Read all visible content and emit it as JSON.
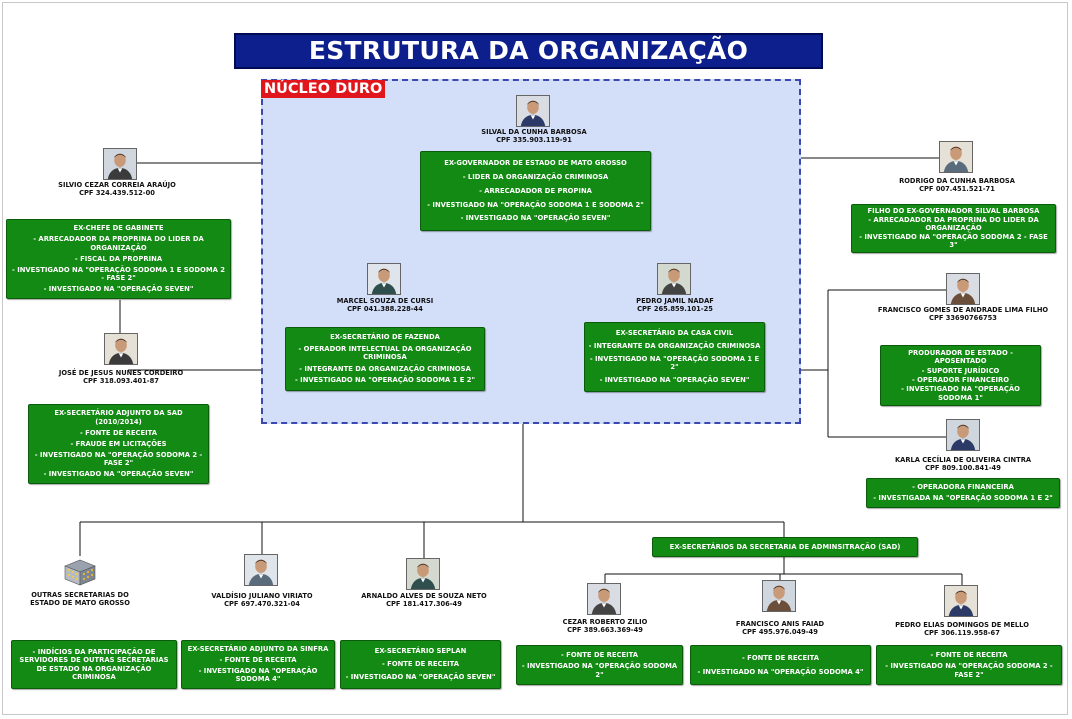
{
  "title": "ESTRUTURA DA ORGANIZAÇÃO CRIMINOSA",
  "nucleo_label": "NÚCLEO DURO",
  "persons": {
    "silval": {
      "name": "SILVAL DA CUNHA BARBOSA",
      "cpf": "CPF 335.903.119-91",
      "roles": [
        "EX-GOVERNADOR DE ESTADO DE MATO GROSSO",
        "- LIDER DA ORGANIZAÇÃO CRIMINOSA",
        "- ARRECADADOR DE PROPINA",
        "- INVESTIGADO NA \"OPERAÇÃO SODOMA 1 E SODOMA  2\"",
        "- INVESTIGADO NA \"OPERAÇÃO SEVEN\""
      ]
    },
    "silvio": {
      "name": "SILVIO CEZAR CORREIA ARAÚJO",
      "cpf": "CPF 324.439.512-00",
      "roles": [
        "EX-CHEFE DE GABINETE",
        "- ARRECADADOR DA PROPRINA DO LIDER DA ORGANIZAÇÃO",
        "- FISCAL DA PROPRINA",
        "- INVESTIGADO NA \"OPERAÇÃO SODOMA 1 E SODOMA 2 - FASE 2\"",
        "- INVESTIGADO NA \"OPERAÇÃO SEVEN\""
      ]
    },
    "rodrigo": {
      "name": "RODRIGO DA CUNHA BARBOSA",
      "cpf": "CPF 007.451.521-71",
      "roles": [
        "FILHO DO EX-GOVERNADOR SILVAL BARBOSA",
        "- ARRECADADOR DA PROPRINA DO LIDER DA ORGANIZAÇÃO",
        "- INVESTIGADO NA \"OPERAÇÃO SODOMA 2 - FASE 3\""
      ]
    },
    "marcel": {
      "name": "MARCEL SOUZA DE CURSI",
      "cpf": "CPF 041.388.228-44",
      "roles": [
        "EX-SECRETÁRIO DE FAZENDA",
        "- OPERADOR INTELECTUAL DA ORGANIZAÇÃO CRIMINOSA",
        "- INTEGRANTE DA ORGANIZAÇÃO CRIMINOSA",
        "- INVESTIGADO NA \"OPERAÇÃO SODOMA 1 E 2\""
      ]
    },
    "pedro_nadaf": {
      "name": "PEDRO JAMIL NADAF",
      "cpf": "CPF 265.859.101-25",
      "roles": [
        "EX-SECRETÁRIO DA CASA CIVIL",
        "- INTEGRANTE DA ORGANIZAÇÃO CRIMINOSA",
        "- INVESTIGADO NA \"OPERAÇÃO SODOMA 1 E 2\"",
        "- INVESTIGADO NA \"OPERAÇÃO SEVEN\""
      ]
    },
    "francisco_gomes": {
      "name": "FRANCISCO GOMES DE ANDRADE LIMA FILHO",
      "cpf": "CPF 33690766753",
      "roles": [
        "PRODURADOR DE ESTADO - APOSENTADO",
        "- SUPORTE JURÍDICO",
        "- OPERADOR FINANCEIRO",
        "- INVESTIGADO NA \"OPERAÇÃO SODOMA 1\""
      ]
    },
    "karla": {
      "name": "KARLA CECÍLIA DE OLIVEIRA CINTRA",
      "cpf": "CPF 809.100.841-49",
      "roles": [
        "- OPERADORA FINANCEIRA",
        "- INVESTIGADA NA \"OPERAÇÃO SODOMA 1 E 2\""
      ]
    },
    "jose": {
      "name": "JOSÉ DE JESUS NUNES CORDEIRO",
      "cpf": "CPF 318.093.401-87",
      "roles": [
        "EX-SECRETÁRIO ADJUNTO DA SAD (2010/2014)",
        "- FONTE DE RECEITA",
        "- FRAUDE EM LICITAÇÕES",
        "- INVESTIGADO NA \"OPERAÇÃO SODOMA 2 - FASE 2\"",
        "- INVESTIGADO NA \"OPERAÇÃO SEVEN\""
      ]
    },
    "outras": {
      "name_lines": [
        "OUTRAS SECRETARIAS DO",
        "ESTADO DE MATO GROSSO"
      ],
      "roles": [
        "- INDÍCIOS DA PARTICIPAÇÃO DE SERVIDORES DE OUTRAS SECRETARIAS DE ESTADO NA ORGANIZAÇÃO CRIMINOSA"
      ]
    },
    "valdisio": {
      "name": "VALDÍSIO JULIANO VIRIATO",
      "cpf": "CPF 697.470.321-04",
      "roles": [
        "EX-SECRETÁRIO ADJUNTO DA SINFRA",
        "- FONTE DE RECEITA",
        "- INVESTIGADO NA \"OPERAÇÃO SODOMA 4\""
      ]
    },
    "arnaldo": {
      "name": "ARNALDO ALVES DE SOUZA NETO",
      "cpf": "CPF 181.417.306-49",
      "roles": [
        "EX-SECRETÁRIO SEPLAN",
        "- FONTE DE RECEITA",
        "- INVESTIGADO NA \"OPERAÇÃO SEVEN\""
      ]
    },
    "cezar": {
      "name": "CEZAR ROBERTO ZILIO",
      "cpf": "CPF 389.663.369-49",
      "roles": [
        "- FONTE DE RECEITA",
        "- INVESTIGADO NA \"OPERAÇÃO SODOMA 2\""
      ]
    },
    "faiad": {
      "name": "FRANCISCO ANIS FAIAD",
      "cpf": "CPF 495.976.049-49",
      "roles": [
        "- FONTE DE RECEITA",
        "- INVESTIGADO NA \"OPERAÇÃO SODOMA 4\""
      ]
    },
    "pedro_elias": {
      "name": "PEDRO ELIAS DOMINGOS DE MELLO",
      "cpf": "CPF 306.119.958-67",
      "roles": [
        "- FONTE DE RECEITA",
        "- INVESTIGADO NA \"OPERAÇÃO SODOMA 2 - FASE 2\""
      ]
    }
  },
  "sad_group": "EX-SECRETÁRIOS DA SECRETARIA DE ADMINSITRAÇÃO (SAD)",
  "colors": {
    "title_bg": "#0d1f8c",
    "nucleo_bg": "#d3def8",
    "nucleo_border": "#3a48b0",
    "label_red": "#e1161c",
    "box_green": "#138a13"
  }
}
